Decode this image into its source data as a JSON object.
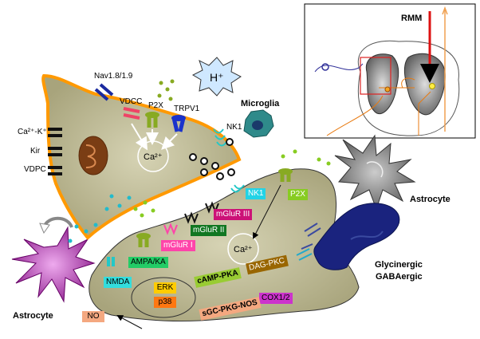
{
  "inset": {
    "label": "RMM"
  },
  "neuron_pre": {
    "channels": {
      "nav": "Nav1.8/1.9",
      "vdcc": "VDCC",
      "p2x": "P2X",
      "trpv1": "TRPV1",
      "ca_k": "Ca²⁺-K⁺",
      "kir": "Kir",
      "vdpc": "VDPC",
      "nk1": "NK1"
    },
    "calcium": "Ca²⁺"
  },
  "proton": "H⁺",
  "microglia": "Microglia",
  "neuron_post": {
    "receptors": {
      "nk1": "NK1",
      "p2x": "P2X",
      "mglur3": "mGluR III",
      "mglur2": "mGluR II",
      "mglur1": "mGluR I",
      "ampa": "AMPA/KA",
      "nmda": "NMDA"
    },
    "calcium": "Ca²⁺",
    "pathways": {
      "dag_pkc": "DAG-PKC",
      "camp_pka": "cAMP-PKA",
      "cox": "COX1/2",
      "erk": "ERK",
      "p38": "p38",
      "sgc": "sGC-PKG-NOS"
    }
  },
  "astrocyte_right": "Astrocyte",
  "astrocyte_left": "Astrocyte",
  "inhibitory": [
    "Glycinergic",
    "GABAergic"
  ],
  "no": "NO",
  "colors": {
    "neuron_fill": "#b8b48f",
    "neuron_edge": "#ff9900",
    "nk1_box": "#22d3e6",
    "p2x_box": "#88cc22",
    "mglur3": "#cc1177",
    "mglur2": "#117722",
    "mglur1": "#ff44aa",
    "ampa": "#22cc66",
    "nmda": "#33dddd",
    "dag_pkc": "#996600",
    "camp_pka": "#99cc33",
    "cox": "#cc33cc",
    "erk": "#ffcc00",
    "p38": "#ff7711",
    "sgc": "#f4a880",
    "no": "#f4a880"
  }
}
